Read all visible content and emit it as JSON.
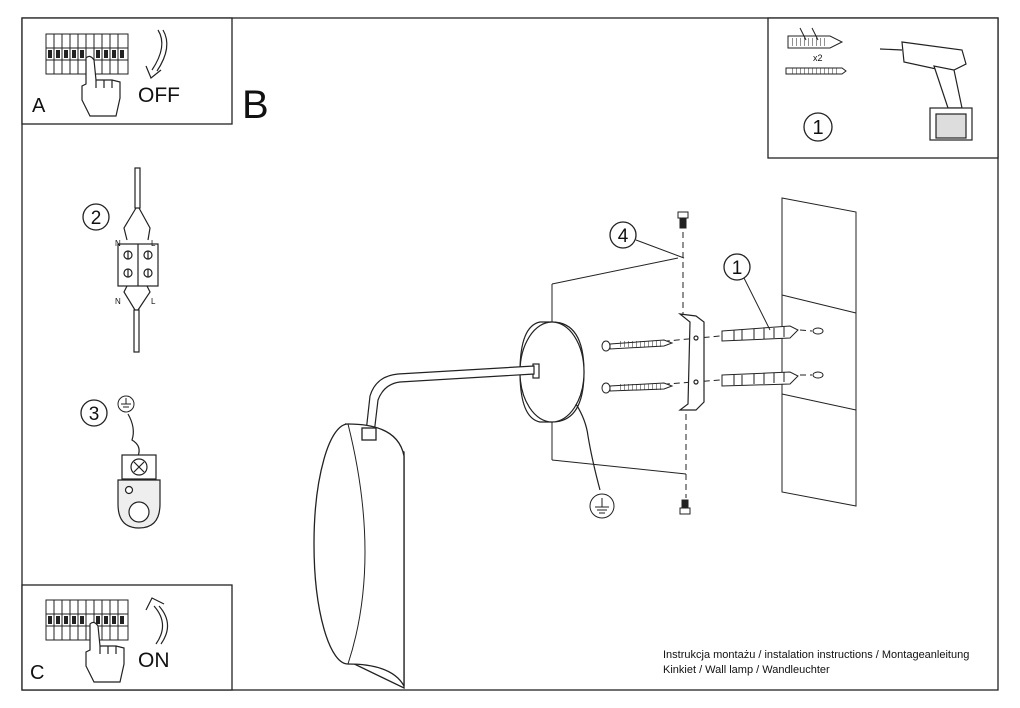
{
  "panels": {
    "a": {
      "letter": "A",
      "switch_label": "OFF"
    },
    "b": {
      "letter": "B"
    },
    "c": {
      "letter": "C",
      "switch_label": "ON"
    }
  },
  "tools": {
    "step": "1",
    "multiplier": "x2"
  },
  "wiring": {
    "step2": "2",
    "step3": "3",
    "n_top": "N",
    "l_top": "L",
    "n_bottom": "N",
    "l_bottom": "L"
  },
  "assembly": {
    "callout_bracket": "4",
    "callout_plugs": "1"
  },
  "footer": {
    "line1": "Instrukcja montażu / instalation instructions / Montageanleitung",
    "line2": "Kinkiet / Wall lamp / Wandleuchter"
  }
}
